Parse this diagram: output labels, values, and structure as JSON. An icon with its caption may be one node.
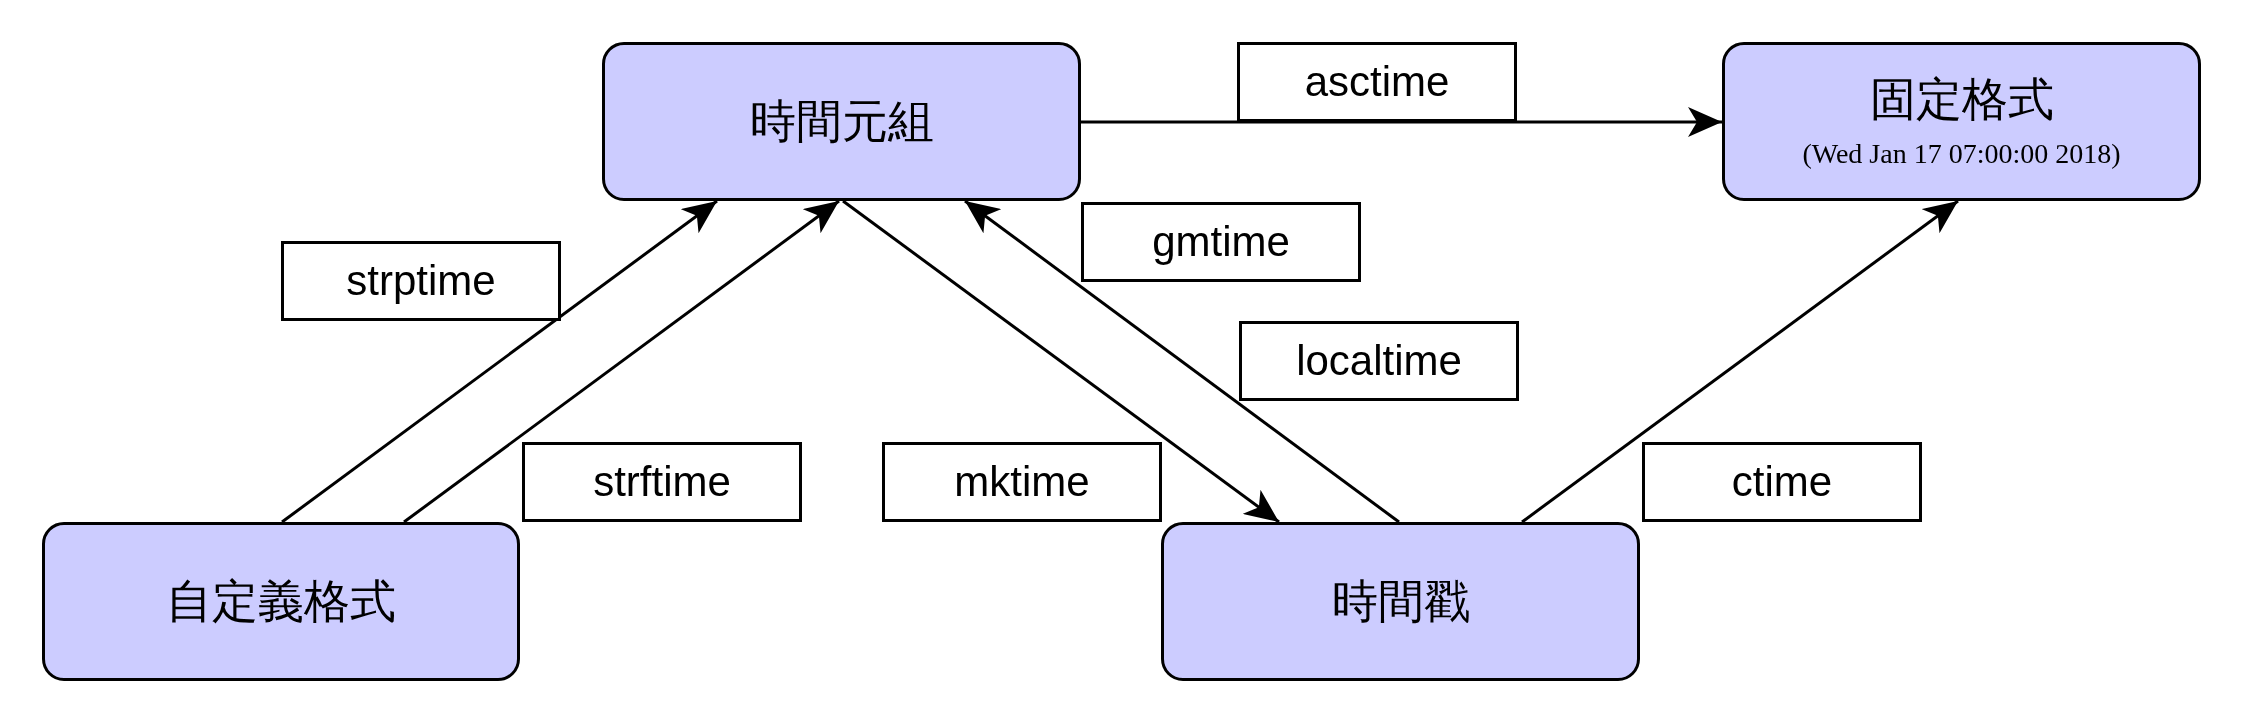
{
  "diagram": {
    "nodes": [
      {
        "text": [
          "時間元組"
        ]
      },
      {
        "text": [
          "固定格式",
          "(Wed Jan 17 07:00:00 2018)"
        ]
      },
      {
        "text": [
          "自定義格式"
        ]
      },
      {
        "text": [
          "時間戳"
        ]
      }
    ],
    "edges": [
      {
        "from": 2,
        "to": 0,
        "arrow": "to",
        "label": "strptime"
      },
      {
        "from": 2,
        "to": 0,
        "arrow": "to",
        "label": "strftime"
      },
      {
        "from": 0,
        "to": 3,
        "arrow": "to",
        "label": "mktime"
      },
      {
        "from": 3,
        "to": 0,
        "arrow": "to",
        "label": "localtime"
      },
      {
        "from": 0,
        "to": 1,
        "arrow": "to",
        "label": "asctime"
      },
      {
        "from": 3,
        "to": 1,
        "arrow": "to",
        "label": "ctime"
      }
    ],
    "labels": [
      "gmtime"
    ]
  }
}
